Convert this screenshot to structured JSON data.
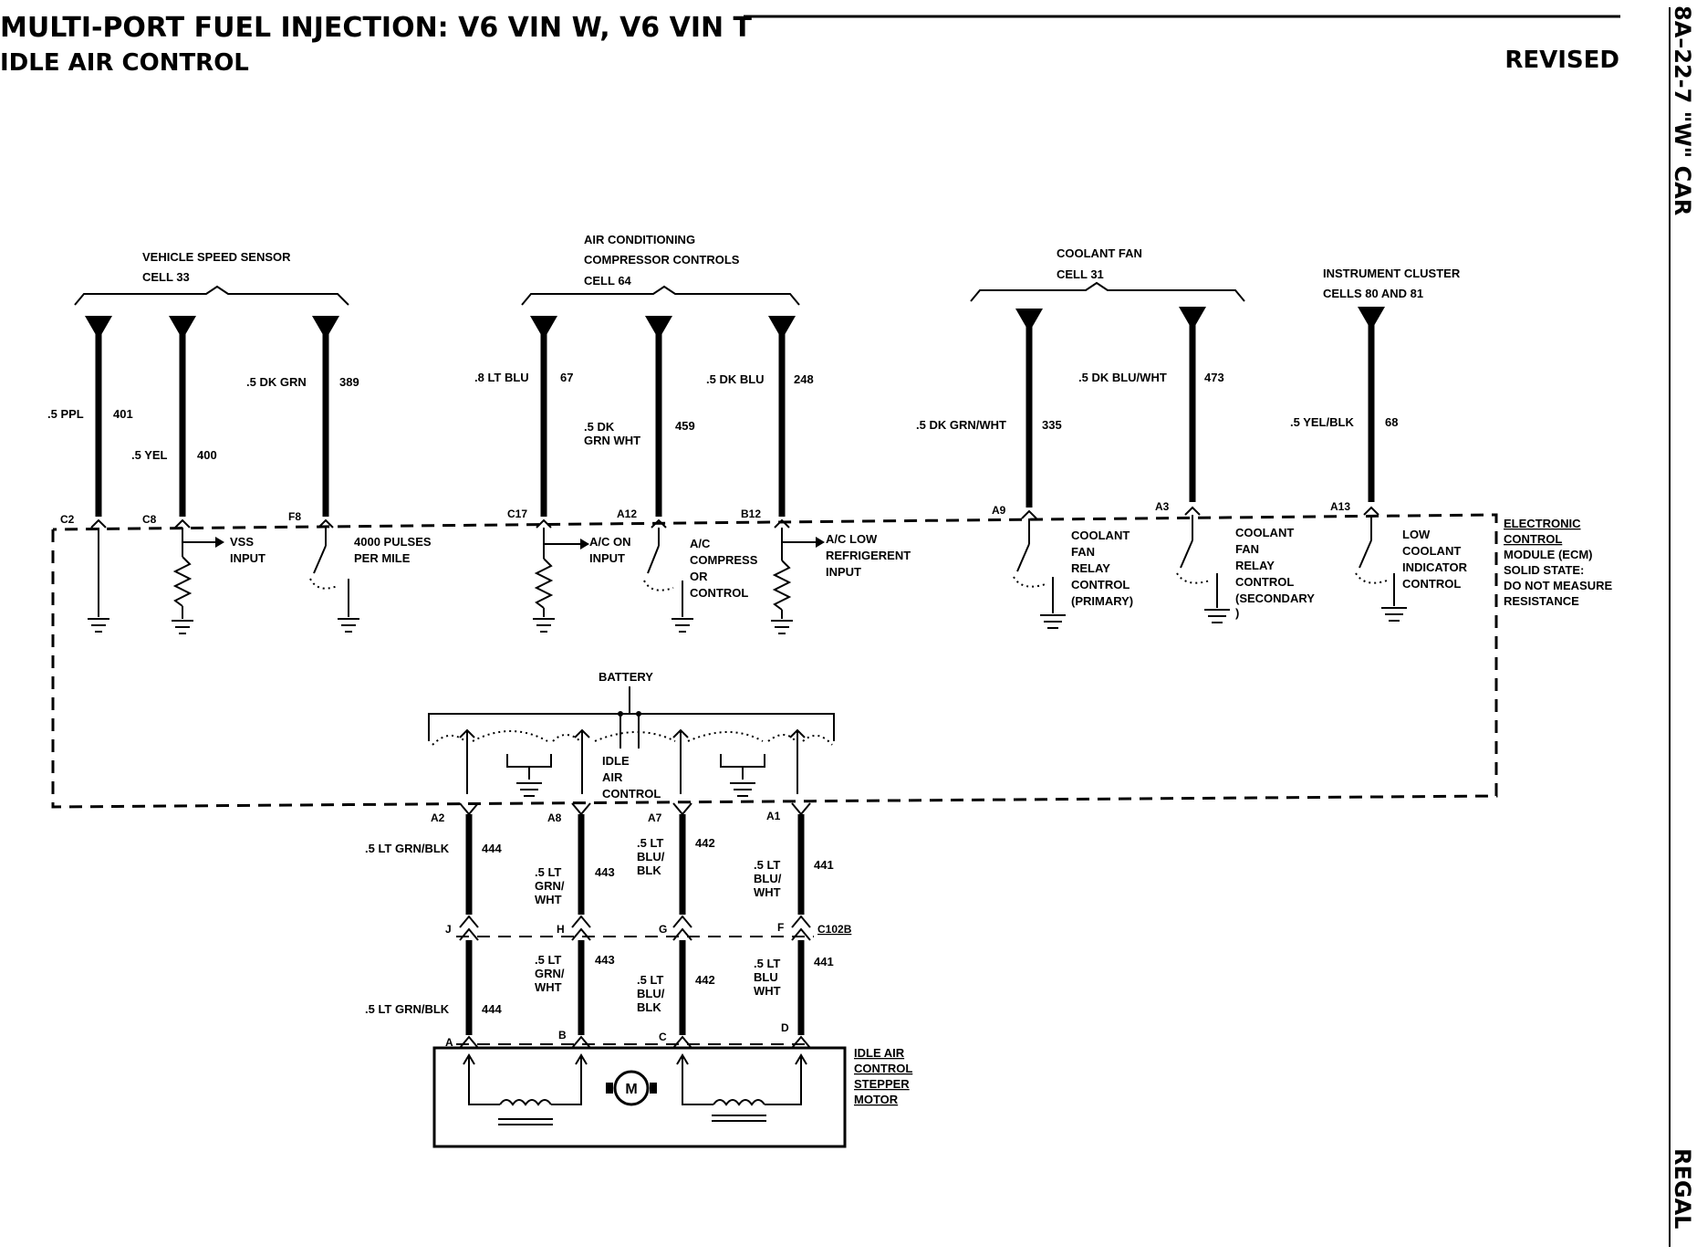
{
  "header": {
    "title": "MULTI-PORT FUEL INJECTION: V6 VIN W, V6 VIN T",
    "subtitle": "IDLE AIR CONTROL",
    "revised": "REVISED",
    "side_code": "8A–22-7 \"W\" CAR",
    "side_model": "REGAL"
  },
  "groups": [
    {
      "line1": "VEHICLE SPEED SENSOR",
      "line2": "CELL 33"
    },
    {
      "line0": "AIR CONDITIONING",
      "line1": "COMPRESSOR CONTROLS",
      "line2": "CELL 64"
    },
    {
      "line1": "COOLANT FAN",
      "line2": "CELL 31"
    },
    {
      "line1": "INSTRUMENT CLUSTER",
      "line2": "CELLS 80 AND 81"
    }
  ],
  "top_wires": [
    {
      "color": ".5 PPL",
      "circuit": "401",
      "pin": "C2"
    },
    {
      "color": ".5 YEL",
      "circuit": "400",
      "pin": "C8"
    },
    {
      "color": ".5 DK GRN",
      "circuit": "389",
      "pin": "F8"
    },
    {
      "color": ".8 LT BLU",
      "circuit": "67",
      "pin": "C17"
    },
    {
      "color1": ".5 DK",
      "color2": "GRN WHT",
      "circuit": "459",
      "pin": "A12"
    },
    {
      "color": ".5 DK BLU",
      "circuit": "248",
      "pin": "B12"
    },
    {
      "color": ".5 DK GRN/WHT",
      "circuit": "335",
      "pin": "A9"
    },
    {
      "color": ".5 DK BLU/WHT",
      "circuit": "473",
      "pin": "A3"
    },
    {
      "color": ".5 YEL/BLK",
      "circuit": "68",
      "pin": "A13"
    }
  ],
  "ecm_inputs": {
    "vss": [
      "VSS",
      "INPUT"
    ],
    "pulses": [
      "4000 PULSES",
      "PER MILE"
    ],
    "ac_on": [
      "A/C ON",
      "INPUT"
    ],
    "ac_compress": [
      "A/C",
      "COMPRESS",
      "OR",
      "CONTROL"
    ],
    "ac_low": [
      "A/C LOW",
      "REFRIGERENT",
      "INPUT"
    ],
    "fan_primary": [
      "COOLANT",
      "FAN",
      "RELAY",
      "CONTROL",
      "(PRIMARY)"
    ],
    "fan_secondary": [
      "COOLANT",
      "FAN",
      "RELAY",
      "CONTROL",
      "(SECONDARY",
      ")"
    ],
    "low_coolant": [
      "LOW",
      "COOLANT",
      "INDICATOR",
      "CONTROL"
    ]
  },
  "ecm_label": [
    "ELECTRONIC",
    "CONTROL",
    "MODULE (ECM)",
    "SOLID STATE:",
    "DO NOT MEASURE",
    "RESISTANCE"
  ],
  "iac_block": {
    "battery": "BATTERY",
    "idle_air_control": [
      "IDLE",
      "AIR",
      "CONTROL"
    ]
  },
  "iac_wires": [
    {
      "pin": "A2",
      "upper": [
        ".5 LT GRN/BLK"
      ],
      "circuit": "444",
      "conn": "J",
      "lower": [
        ".5 LT GRN/BLK"
      ],
      "motor_pin": "A"
    },
    {
      "pin": "A8",
      "upper": [
        ".5 LT",
        "GRN/",
        "WHT"
      ],
      "circuit": "443",
      "conn": "H",
      "lower": [
        ".5 LT",
        "GRN/",
        "WHT"
      ],
      "motor_pin": "B"
    },
    {
      "pin": "A7",
      "upper": [
        ".5 LT",
        "BLU/",
        "BLK"
      ],
      "circuit": "442",
      "conn": "G",
      "lower": [
        ".5 LT",
        "BLU/",
        "BLK"
      ],
      "motor_pin": "C"
    },
    {
      "pin": "A1",
      "upper": [
        ".5 LT",
        "BLU/",
        "WHT"
      ],
      "circuit": "441",
      "conn": "F",
      "lower": [
        ".5 LT",
        "BLU",
        "WHT"
      ],
      "motor_pin": "D"
    }
  ],
  "connector_id": "C102B",
  "motor": {
    "label": [
      "IDLE AIR",
      "CONTROL",
      "STEPPER",
      "MOTOR"
    ],
    "symbol": "M"
  }
}
